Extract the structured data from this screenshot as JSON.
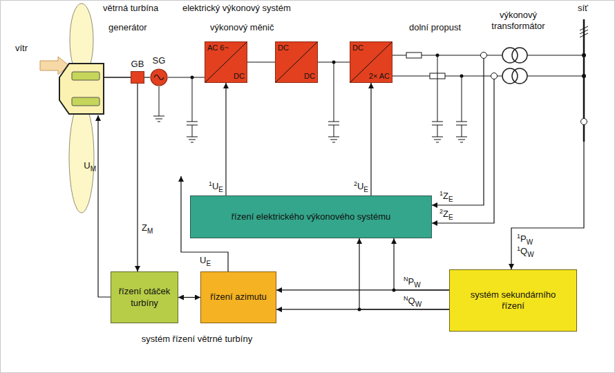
{
  "diagram": {
    "nodes": [
      {
        "text": [
          "větrná turbína",
          "generátor"
        ]
      },
      {
        "text": [
          "elektrický výkonový systém",
          "výkonový měnič",
          "dolní propust"
        ]
      },
      {
        "text": [
          "GB"
        ],
        "in": 0
      },
      {
        "text": [
          "SG"
        ],
        "in": 0
      },
      {
        "text": [
          "AC 6~",
          "DC"
        ],
        "in": 1
      },
      {
        "text": [
          "DC",
          "DC"
        ],
        "in": 1
      },
      {
        "text": [
          "DC",
          "2× AC"
        ],
        "in": 1
      },
      {
        "text": [
          "řízení elektrického výkonového systému"
        ]
      },
      {
        "text": [
          "systém řízení větrné turbíny"
        ]
      },
      {
        "text": [
          "řízení otáček turbíny"
        ],
        "in": 8
      },
      {
        "text": [
          "řízení azimutu"
        ],
        "in": 8
      },
      {
        "text": [
          "systém sekundárního řízení"
        ]
      }
    ],
    "edges": [
      {
        "from": 2,
        "to": 3,
        "arrow": "none"
      },
      {
        "from": 3,
        "to": 4,
        "arrow": "none"
      },
      {
        "from": 4,
        "to": 5,
        "arrow": "none"
      },
      {
        "from": 5,
        "to": 6,
        "arrow": "none"
      },
      {
        "from": 7,
        "to": 4,
        "label": "1UE",
        "arrow": "to"
      },
      {
        "from": 7,
        "to": 6,
        "label": "2UE",
        "arrow": "to"
      },
      {
        "from": 10,
        "to": 0,
        "label": "UE",
        "arrow": "to"
      },
      {
        "from": 2,
        "to": 9,
        "label": "ZM",
        "arrow": "to"
      },
      {
        "from": 9,
        "to": 10,
        "arrow": "both"
      },
      {
        "from": 11,
        "to": 10,
        "label": "NPW",
        "arrow": "to"
      },
      {
        "from": 11,
        "to": 10,
        "label": "NQW",
        "arrow": "to"
      },
      {
        "from": 11,
        "to": 7,
        "arrow": "to"
      },
      {
        "from": 11,
        "to": 7,
        "arrow": "to"
      }
    ],
    "labels": [
      "vítr",
      "UM",
      "1ZE",
      "2ZE",
      "1PW",
      "1QW",
      "výkonový transformátor",
      "síť"
    ]
  }
}
